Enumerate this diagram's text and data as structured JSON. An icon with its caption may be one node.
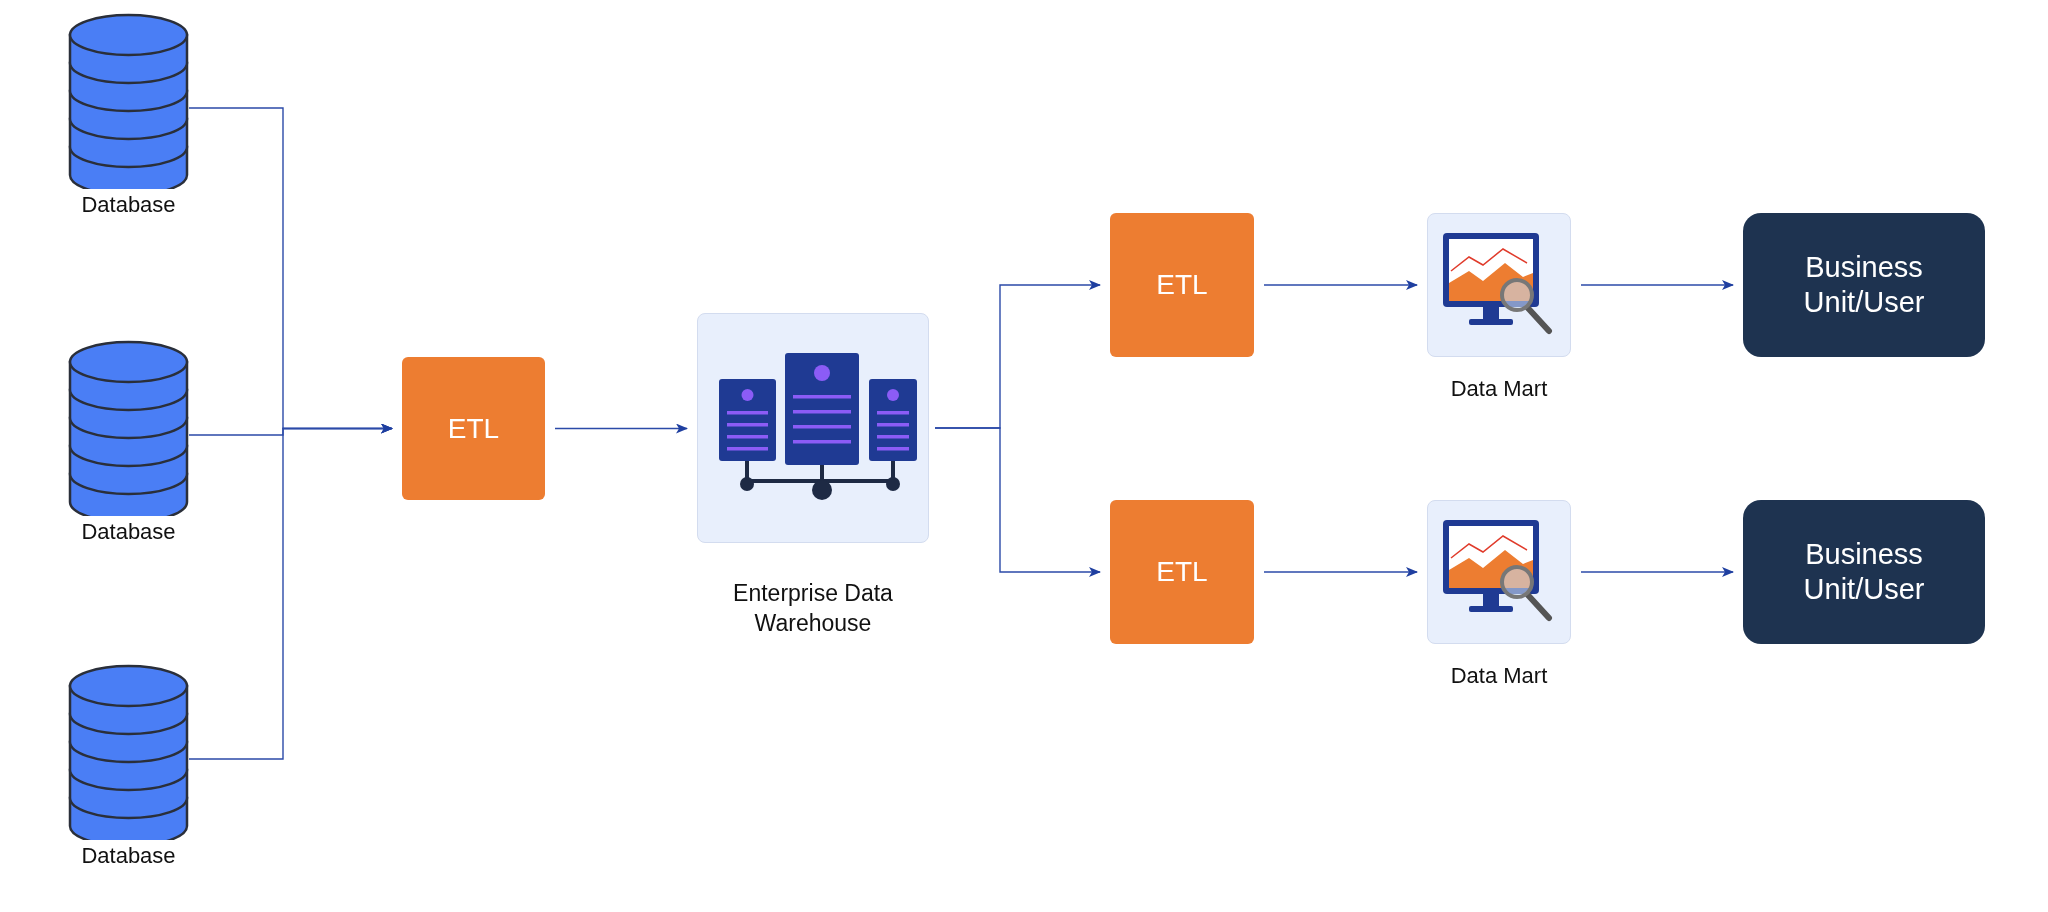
{
  "diagram": {
    "nodes": [
      {
        "text": [
          "Database"
        ]
      },
      {
        "text": [
          "Database"
        ]
      },
      {
        "text": [
          "Database"
        ]
      },
      {
        "text": [
          "ETL"
        ]
      },
      {
        "text": [
          "Enterprise Data Warehouse"
        ]
      },
      {
        "text": [
          "ETL"
        ]
      },
      {
        "text": [
          "Data Mart"
        ]
      },
      {
        "text": [
          "Business Unit/User"
        ]
      },
      {
        "text": [
          "ETL"
        ]
      },
      {
        "text": [
          "Data Mart"
        ]
      },
      {
        "text": [
          "Business Unit/User"
        ]
      }
    ],
    "edges": [
      {
        "from": 0,
        "to": 3,
        "arrow": "to"
      },
      {
        "from": 1,
        "to": 3,
        "arrow": "to"
      },
      {
        "from": 2,
        "to": 3,
        "arrow": "to"
      },
      {
        "from": 3,
        "to": 4,
        "arrow": "to"
      },
      {
        "from": 4,
        "to": 5,
        "arrow": "to"
      },
      {
        "from": 4,
        "to": 8,
        "arrow": "to"
      },
      {
        "from": 5,
        "to": 6,
        "arrow": "to"
      },
      {
        "from": 6,
        "to": 7,
        "arrow": "to"
      },
      {
        "from": 8,
        "to": 9,
        "arrow": "to"
      },
      {
        "from": 9,
        "to": 10,
        "arrow": "to"
      }
    ]
  }
}
